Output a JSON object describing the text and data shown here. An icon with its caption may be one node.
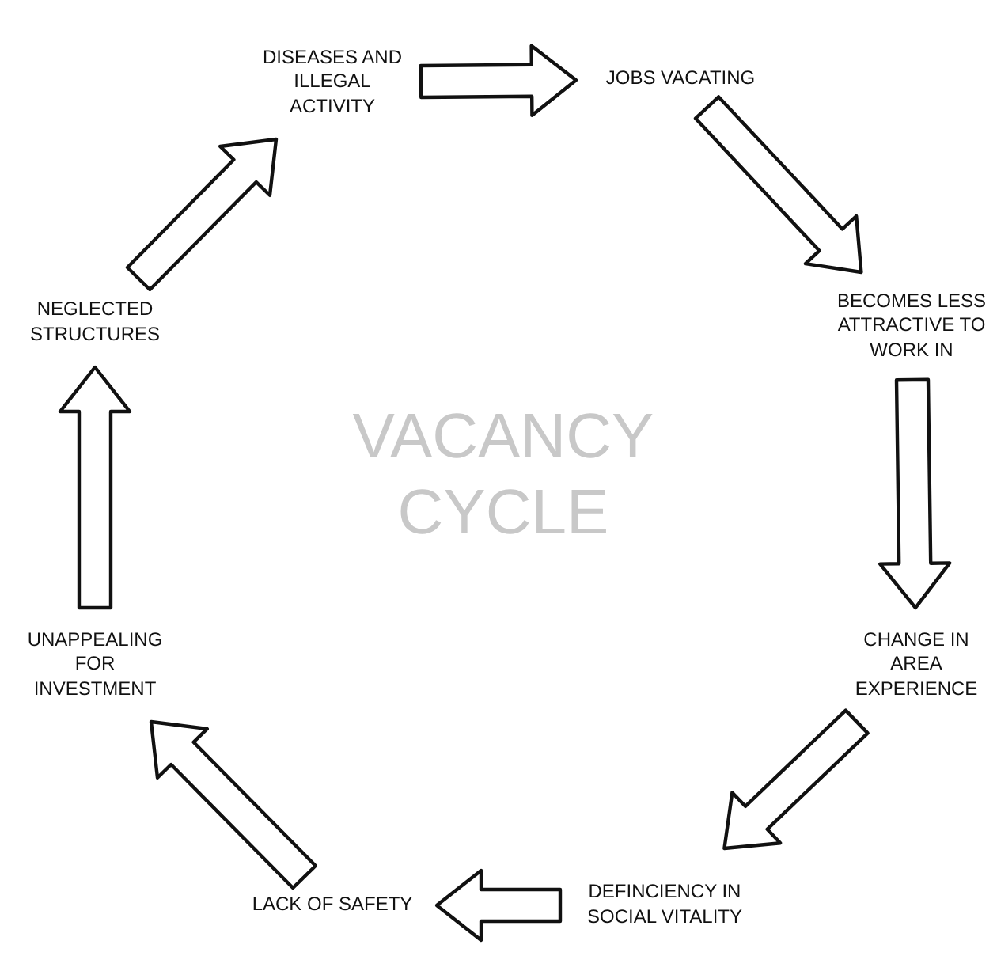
{
  "diagram": {
    "title": "VACANCY CYCLE",
    "nodes": [
      {
        "text": [
          "JOBS VACATING"
        ]
      },
      {
        "text": [
          "BECOMES LESS ATTRACTIVE TO WORK IN"
        ]
      },
      {
        "text": [
          "CHANGE IN AREA EXPERIENCE"
        ]
      },
      {
        "text": [
          "DEFINCIENCY IN SOCIAL VITALITY"
        ]
      },
      {
        "text": [
          "LACK OF SAFETY"
        ]
      },
      {
        "text": [
          "UNAPPEALING FOR INVESTMENT"
        ]
      },
      {
        "text": [
          "NEGLECTED STRUCTURES"
        ]
      },
      {
        "text": [
          "DISEASES AND ILLEGAL ACTIVITY"
        ]
      }
    ],
    "edges": [
      {
        "from": 7,
        "to": 0,
        "arrow": "to"
      },
      {
        "from": 0,
        "to": 1,
        "arrow": "to"
      },
      {
        "from": 1,
        "to": 2,
        "arrow": "to"
      },
      {
        "from": 2,
        "to": 3,
        "arrow": "to"
      },
      {
        "from": 3,
        "to": 4,
        "arrow": "to"
      },
      {
        "from": 4,
        "to": 5,
        "arrow": "to"
      },
      {
        "from": 5,
        "to": 6,
        "arrow": "to"
      },
      {
        "from": 6,
        "to": 7,
        "arrow": "to"
      }
    ]
  }
}
